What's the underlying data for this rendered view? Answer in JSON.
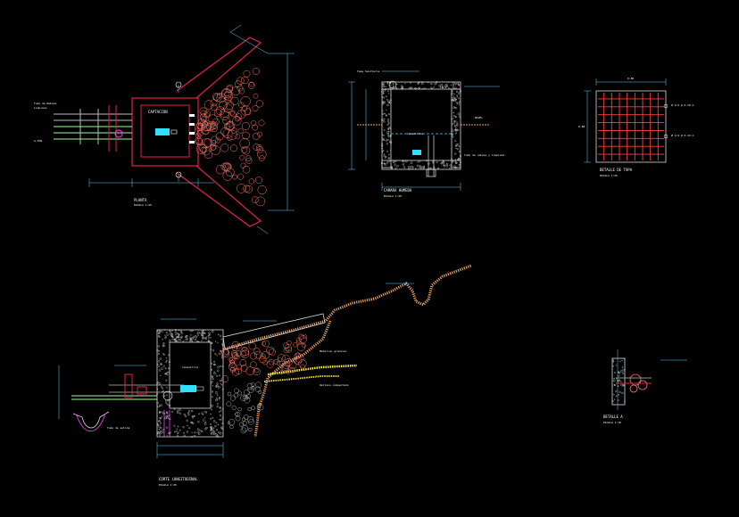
{
  "drawing": {
    "background": "#000000",
    "colors": {
      "wall": "#e6204a",
      "hatch": "#d9d9d9",
      "dim": "#5fd3ff",
      "ground": "#e8a060",
      "stones": "#ff7a6a",
      "grid": "#ff4040",
      "water": "#2fe0ff",
      "yellow": "#ffe54a",
      "text": "#ffffff"
    }
  },
  "labels": {
    "plan_captacion": "CAPTACION",
    "plan_title": "PLANTA",
    "plan_scale": "ESCALA 1:25",
    "plan_left_a": "Tubo de Rebose",
    "plan_left_b": "Limpieza",
    "plan_left_c": "A.TUB.",
    "section_top_title": "CAMARA HUMEDA",
    "section_top_scale": "ESCALA 1:25",
    "section_top_label_a": "Tapa Sanitaria",
    "section_top_label_b": "NIVEL",
    "section_top_label_c": "Canastilla",
    "section_top_label_d": "Tubo de rebose y limpieza",
    "grid_title": "DETALLE DE TAPA",
    "grid_scale": "ESCALA 1:25",
    "grid_note_a": "Ø 1/4 @ 0.10 m",
    "grid_note_b": "Ø 1/4 @ 0.10 m",
    "grid_dim_top": "0.80",
    "grid_dim_left": "0.80",
    "profile_title": "CORTE LONGITUDINAL",
    "profile_scale": "ESCALA 1:25",
    "profile_label_a": "Material granular",
    "profile_label_b": "Relleno compactado",
    "profile_label_c": "Canastilla",
    "profile_label_d": "Tubo de salida",
    "detail_title": "DETALLE A",
    "detail_scale": "ESCALA 1:10"
  }
}
